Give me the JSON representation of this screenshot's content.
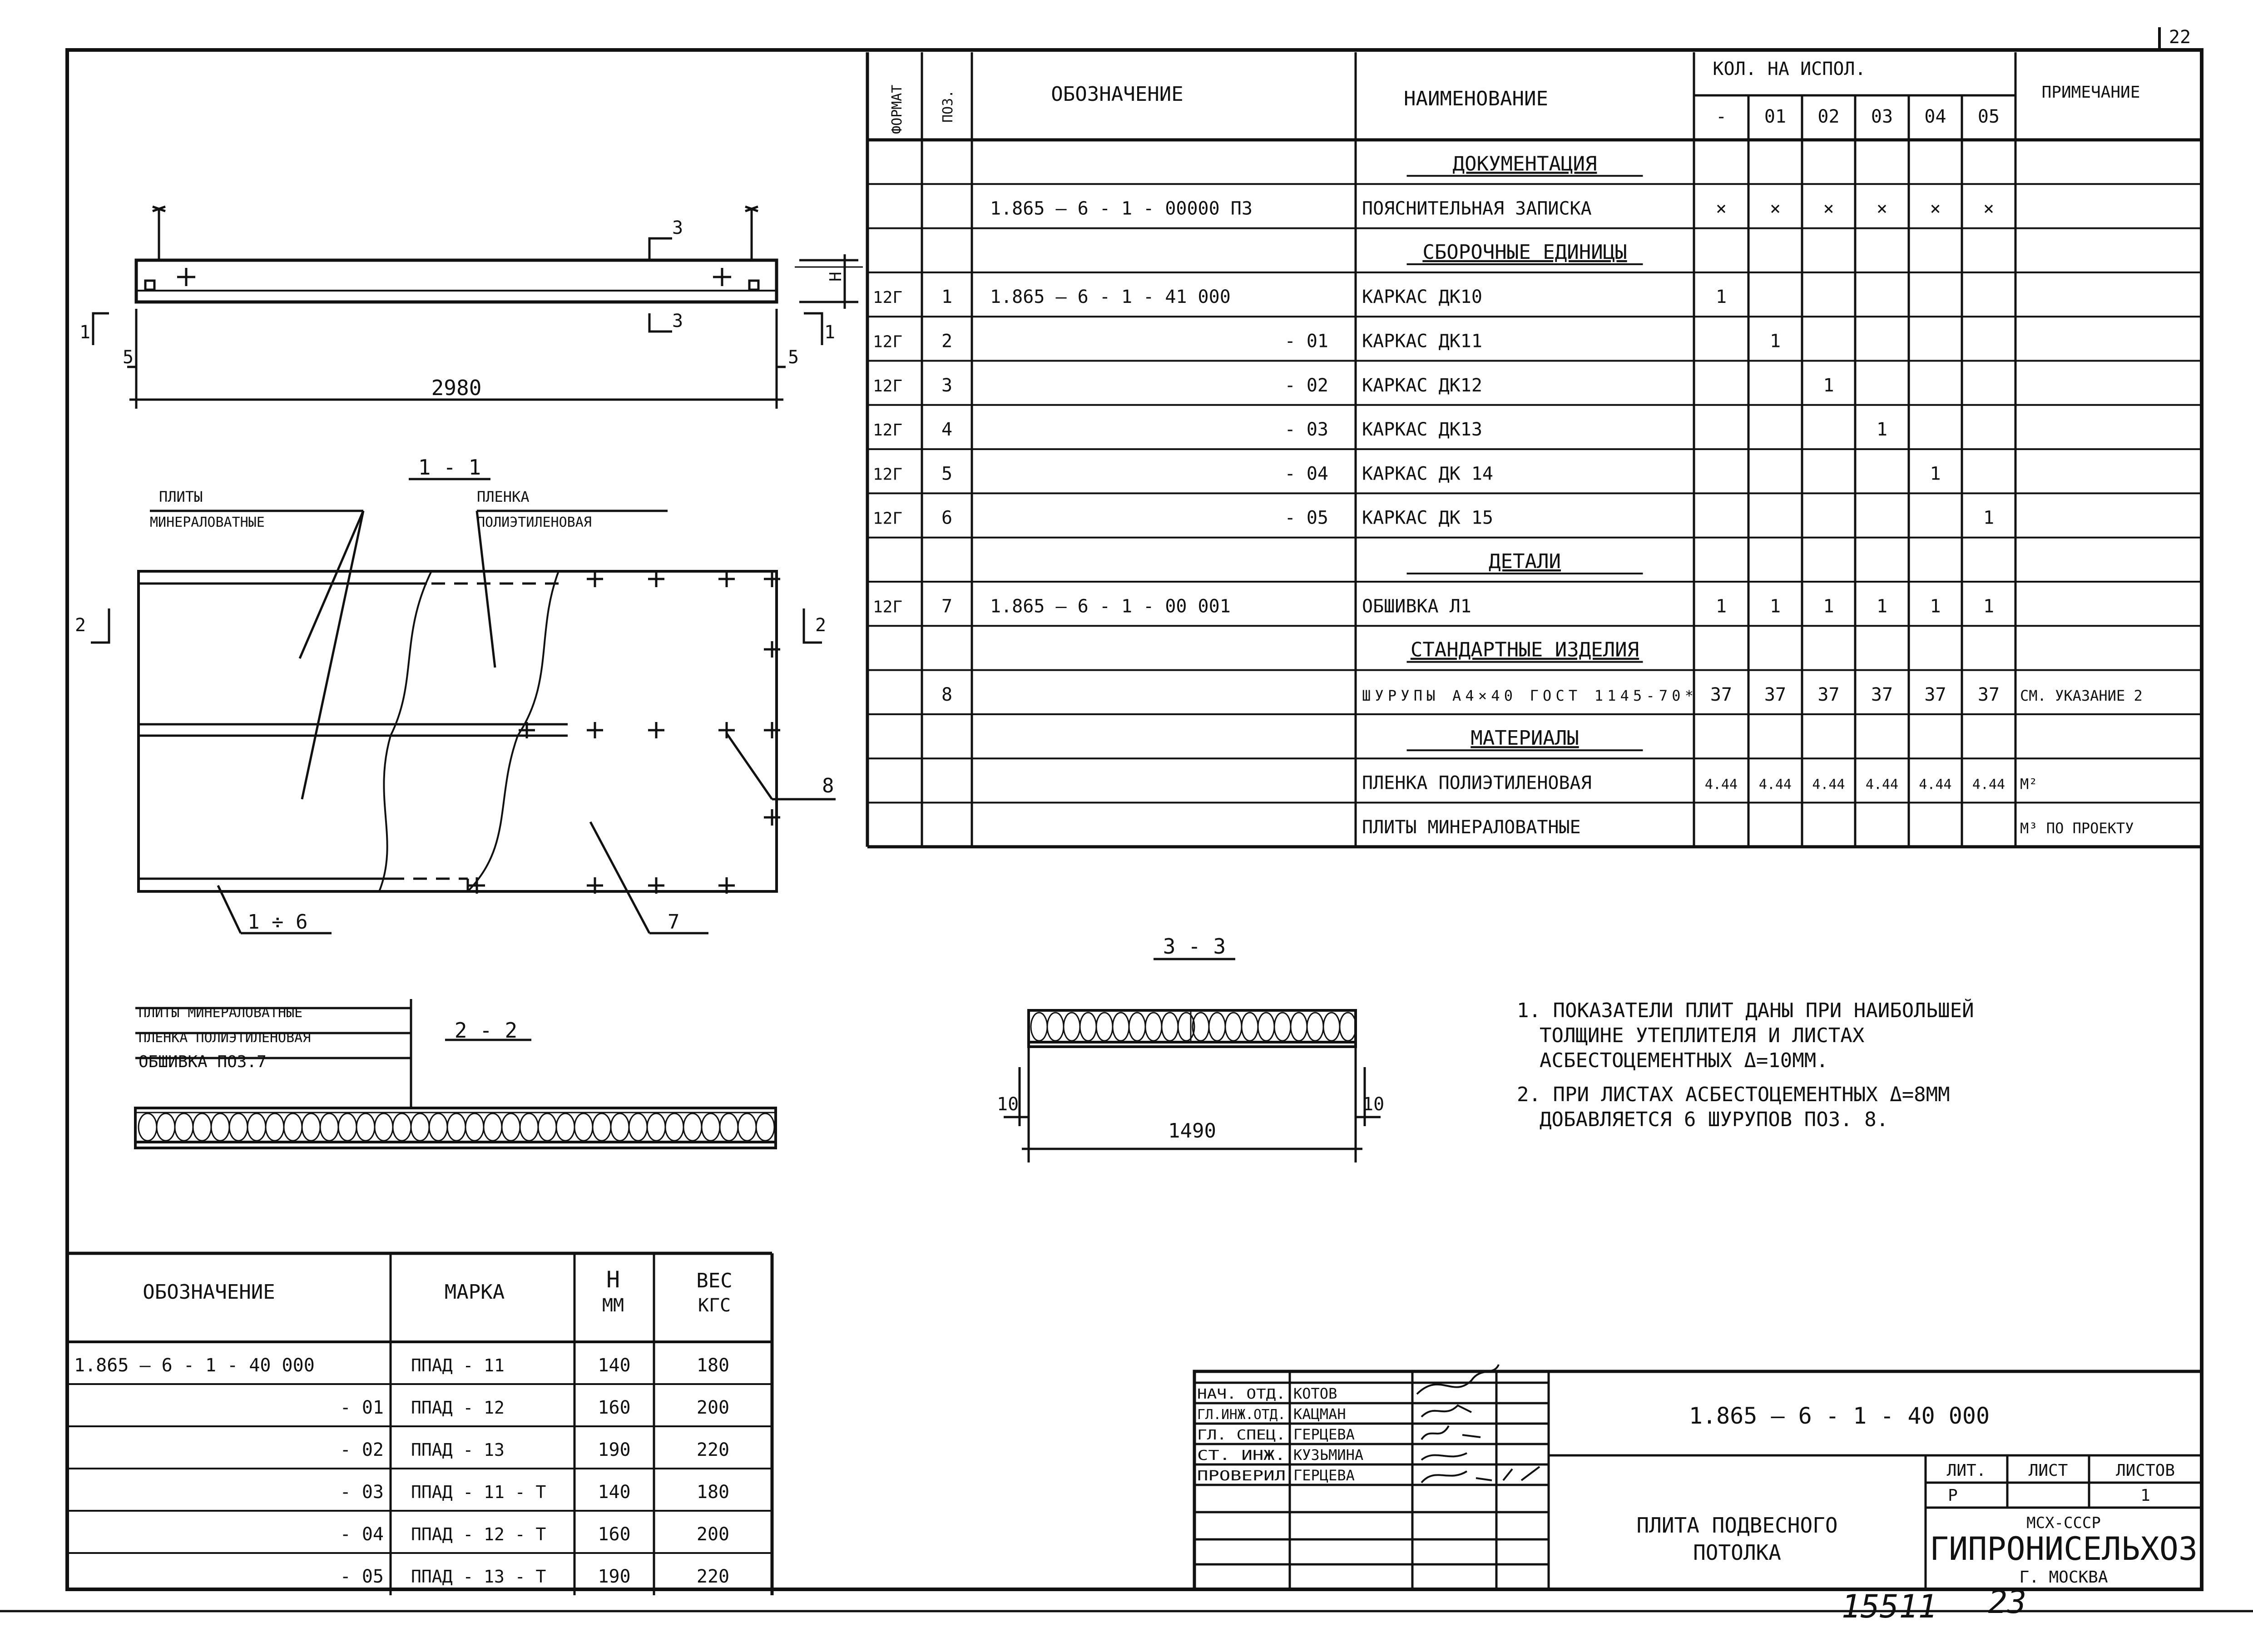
{
  "sheet_no": "22",
  "bottom_numbers": {
    "inventory": "15511",
    "page": "23"
  },
  "spec": {
    "headers": {
      "format": "Формат",
      "pos": "Поз.",
      "designation": "Обозначение",
      "name": "Наименование",
      "qty_group": "Кол. на испол.",
      "qty_cols": [
        "-",
        "01",
        "02",
        "03",
        "04",
        "05"
      ],
      "note": "Примечание"
    },
    "rows": [
      {
        "section": "Документация"
      },
      {
        "format": "",
        "pos": "",
        "designation": "1.865 — 6 - 1 - 00000 ПЗ",
        "name": "Пояснительная записка",
        "qty": [
          "×",
          "×",
          "×",
          "×",
          "×",
          "×"
        ],
        "note": ""
      },
      {
        "section": "Сборочные единицы"
      },
      {
        "format": "12г",
        "pos": "1",
        "designation": "1.865 — 6 - 1 - 41 000",
        "name": "Каркас ДК10",
        "qty": [
          "1",
          "",
          "",
          "",
          "",
          ""
        ],
        "note": ""
      },
      {
        "format": "12г",
        "pos": "2",
        "designation": "- 01",
        "name": "Каркас ДК11",
        "qty": [
          "",
          "1",
          "",
          "",
          "",
          ""
        ],
        "note": ""
      },
      {
        "format": "12г",
        "pos": "3",
        "designation": "- 02",
        "name": "Каркас ДК12",
        "qty": [
          "",
          "",
          "1",
          "",
          "",
          ""
        ],
        "note": ""
      },
      {
        "format": "12г",
        "pos": "4",
        "designation": "- 03",
        "name": "Каркас ДК13",
        "qty": [
          "",
          "",
          "",
          "1",
          "",
          ""
        ],
        "note": ""
      },
      {
        "format": "12г",
        "pos": "5",
        "designation": "- 04",
        "name": "Каркас ДК 14",
        "qty": [
          "",
          "",
          "",
          "",
          "1",
          ""
        ],
        "note": ""
      },
      {
        "format": "12г",
        "pos": "6",
        "designation": "- 05",
        "name": "Каркас ДК 15",
        "qty": [
          "",
          "",
          "",
          "",
          "",
          "1"
        ],
        "note": ""
      },
      {
        "section": "Детали"
      },
      {
        "format": "12г",
        "pos": "7",
        "designation": "1.865 — 6 - 1 - 00 001",
        "name": "Обшивка Л1",
        "qty": [
          "1",
          "1",
          "1",
          "1",
          "1",
          "1"
        ],
        "note": ""
      },
      {
        "section": "Стандартные изделия"
      },
      {
        "format": "",
        "pos": "8",
        "designation": "",
        "name": "Шурупы А4×40 ГОСТ 1145-70*",
        "qty": [
          "37",
          "37",
          "37",
          "37",
          "37",
          "37"
        ],
        "note": "см. указание 2"
      },
      {
        "section": "Материалы"
      },
      {
        "format": "",
        "pos": "",
        "designation": "",
        "name": "Пленка полиэтиленовая",
        "qty": [
          "4.44",
          "4.44",
          "4.44",
          "4.44",
          "4.44",
          "4.44"
        ],
        "note": "м²"
      },
      {
        "format": "",
        "pos": "",
        "designation": "",
        "name": "Плиты минераловатные",
        "qty": [
          "",
          "",
          "",
          "",
          "",
          ""
        ],
        "note": "м³ по проекту"
      }
    ]
  },
  "drawing": {
    "dim_length": "2980",
    "dim_h": "H",
    "dim_5": "5",
    "section_mark_1": "1",
    "section_mark_2": "2",
    "section_mark_3": "3",
    "section_1_title": "1 - 1",
    "section_2_title": "2 - 2",
    "section_3_title": "3 - 3",
    "label_plates": [
      "Плиты",
      "минераловатные"
    ],
    "label_film": [
      "Пленка",
      "полиэтиленовая"
    ],
    "callout_range": "1 ÷ 6",
    "callout_7": "7",
    "callout_8": "8",
    "layers_2_2": [
      "Плиты минераловатные",
      "Пленка полиэтиленовая",
      "Обшивка поз.7"
    ],
    "dim_1490": "1490",
    "dim_10": "10"
  },
  "notes": [
    "1. Показатели плит даны при наибольшей",
    "толщине утеплителя и листах",
    "асбестоцементных δ=10мм.",
    "2. При листах асбестоцементных δ=8мм",
    "добавляется 6 шурупов поз. 8."
  ],
  "marks": {
    "headers": {
      "designation": "Обозначение",
      "mark": "Марка",
      "h": "H",
      "h_unit": "мм",
      "weight": "Вес",
      "weight_unit": "кгс"
    },
    "rows": [
      {
        "designation": "1.865 — 6 - 1 - 40 000",
        "mark": "ППАД - 11",
        "h": "140",
        "weight": "180"
      },
      {
        "designation": "- 01",
        "mark": "ППАД - 12",
        "h": "160",
        "weight": "200"
      },
      {
        "designation": "- 02",
        "mark": "ППАД - 13",
        "h": "190",
        "weight": "220"
      },
      {
        "designation": "- 03",
        "mark": "ППАД - 11 - Т",
        "h": "140",
        "weight": "180"
      },
      {
        "designation": "- 04",
        "mark": "ППАД - 12 - Т",
        "h": "160",
        "weight": "200"
      },
      {
        "designation": "- 05",
        "mark": "ППАД - 13 - Т",
        "h": "190",
        "weight": "220"
      }
    ]
  },
  "title_block": {
    "code": "1.865 — 6 - 1 - 40 000",
    "title_lines": [
      "Плита подвесного",
      "потолка"
    ],
    "people": [
      {
        "role": "Нач. отд.",
        "name": "Котов"
      },
      {
        "role": "Гл.инж.отд.",
        "name": "Кацман"
      },
      {
        "role": "Гл. спец.",
        "name": "Герцева"
      },
      {
        "role": "Ст. инж.",
        "name": "Кузьмина"
      },
      {
        "role": "Проверил",
        "name": "Герцева"
      }
    ],
    "lit_header": "Лит.",
    "sheet_header": "Лист",
    "sheets_header": "Листов",
    "lit_value": "Р",
    "sheets_value": "1",
    "org_top": "МСХ-СССР",
    "org_name": "ГИПРОНИСЕЛЬХОЗ",
    "org_city": "г. Москва"
  }
}
